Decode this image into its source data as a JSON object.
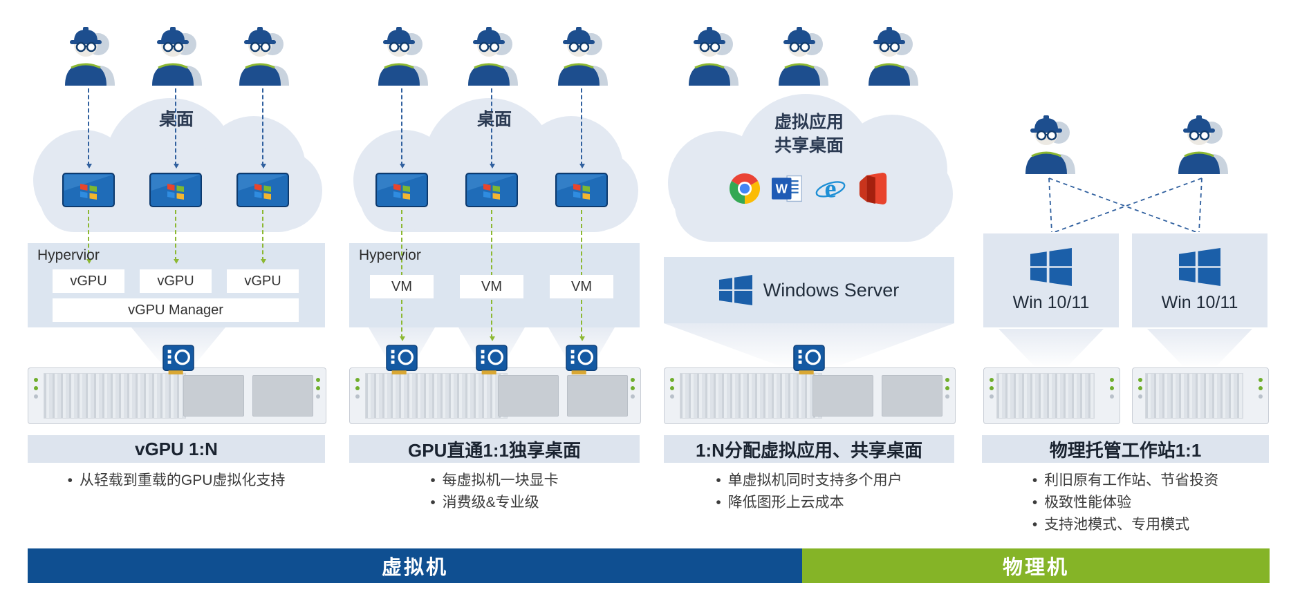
{
  "colors": {
    "dark_blue": "#1d4e8e",
    "accent_green": "#8cb832",
    "cloud_fill": "#e3e9f2",
    "band_fill": "#dce5f0",
    "title_band_fill": "#dde4ee",
    "footer_blue": "#0f4f91",
    "footer_green": "#85b427"
  },
  "columns": [
    {
      "cloud_label": "桌面",
      "hypervisor_label": "Hypervior",
      "units": [
        "vGPU",
        "vGPU",
        "vGPU"
      ],
      "manager_label": "vGPU Manager",
      "title": "vGPU 1:N",
      "bullets": [
        "从轻载到重载的GPU虚拟化支持"
      ],
      "icons": [
        "user-icon",
        "desktop-monitor-icon",
        "gpu-card-icon",
        "server-icon"
      ]
    },
    {
      "cloud_label": "桌面",
      "hypervisor_label": "Hypervior",
      "units": [
        "VM",
        "VM",
        "VM"
      ],
      "title": "GPU直通1:1独享桌面",
      "bullets": [
        "每虚拟机一块显卡",
        "消费级&专业级"
      ],
      "icons": [
        "user-icon",
        "desktop-monitor-icon",
        "gpu-card-icon",
        "server-icon"
      ]
    },
    {
      "cloud_label_lines": [
        "虚拟应用",
        "共享桌面"
      ],
      "app_icons": [
        "chrome-icon",
        "word-icon",
        "internet-explorer-icon",
        "office-icon"
      ],
      "os_label": "Windows Server",
      "title": "1:N分配虚拟应用、共享桌面",
      "bullets": [
        "单虚拟机同时支持多个用户",
        "降低图形上云成本"
      ],
      "icons": [
        "user-icon",
        "windows-logo-icon",
        "gpu-card-icon",
        "server-icon"
      ]
    },
    {
      "workstations": [
        {
          "os_label": "Win 10/11"
        },
        {
          "os_label": "Win 10/11"
        }
      ],
      "title": "物理托管工作站1:1",
      "bullets": [
        "利旧原有工作站、节省投资",
        "极致性能体验",
        "支持池模式、专用模式"
      ],
      "icons": [
        "user-icon",
        "windows-logo-icon",
        "server-icon"
      ]
    }
  ],
  "footer": {
    "virtual_label": "虚拟机",
    "physical_label": "物理机"
  }
}
